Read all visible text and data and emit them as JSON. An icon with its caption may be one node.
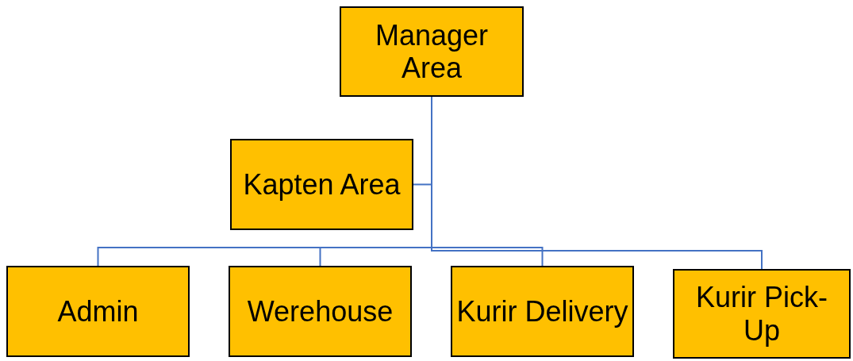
{
  "diagram": {
    "nodes": [
      {
        "text": [
          "Manager Area"
        ]
      },
      {
        "text": [
          "Kapten Area"
        ]
      },
      {
        "text": [
          "Admin"
        ]
      },
      {
        "text": [
          "Werehouse"
        ]
      },
      {
        "text": [
          "Kurir Delivery"
        ]
      },
      {
        "text": [
          "Kurir Pick-Up"
        ]
      }
    ],
    "edges": [
      {
        "from": 0,
        "to": 1,
        "arrow": "none"
      },
      {
        "from": 0,
        "to": 2,
        "arrow": "none"
      },
      {
        "from": 0,
        "to": 3,
        "arrow": "none"
      },
      {
        "from": 0,
        "to": 4,
        "arrow": "none"
      },
      {
        "from": 0,
        "to": 5,
        "arrow": "none"
      }
    ]
  }
}
